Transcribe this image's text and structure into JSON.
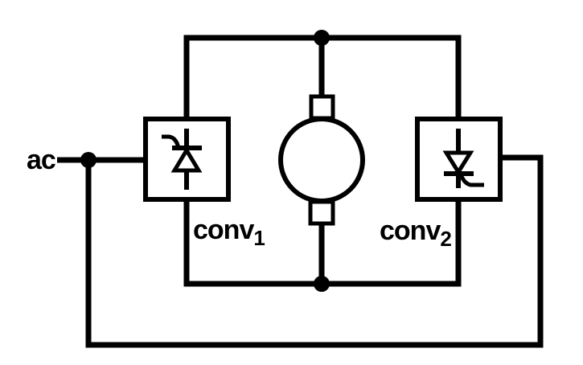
{
  "figure": {
    "colors": {
      "ink": "#000000",
      "paper": "#ffffff"
    },
    "labels": {
      "ac": "ac",
      "conv1_base": "conv",
      "conv1_sub": "1",
      "conv2_base": "conv",
      "conv2_sub": "2"
    },
    "symbols": {
      "converter1": "thyristor-up-icon",
      "converter2": "thyristor-down-icon",
      "motor": "dc-machine-icon",
      "junctions": "junction-dot"
    }
  }
}
